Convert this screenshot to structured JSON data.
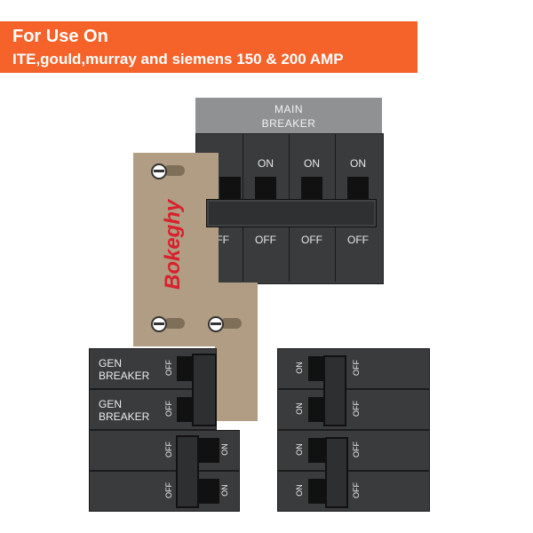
{
  "banner": {
    "line1": "For Use On",
    "line2": "ITE,gould,murray and siemens 150 & 200 AMP",
    "color": "#f5622a"
  },
  "main_breaker": {
    "header_line1": "MAIN",
    "header_line2": "BREAKER",
    "poles": [
      {
        "on": "",
        "off": "OFF"
      },
      {
        "on": "ON",
        "off": "OFF"
      },
      {
        "on": "ON",
        "off": "OFF"
      },
      {
        "on": "ON",
        "off": "OFF"
      }
    ]
  },
  "plate": {
    "brand": "Bokeghy",
    "color": "#b09d83",
    "brand_color": "#d8212c"
  },
  "left_breakers": [
    {
      "label_line1": "GEN",
      "label_line2": "BREAKER",
      "off": "OFF"
    },
    {
      "label_line1": "GEN",
      "label_line2": "BREAKER",
      "off": "OFF"
    },
    {
      "off": "OFF",
      "on": "ON"
    },
    {
      "off": "OFF",
      "on": "ON"
    }
  ],
  "right_breakers": [
    {
      "on": "ON",
      "off": "OFF"
    },
    {
      "on": "ON",
      "off": "OFF"
    },
    {
      "on": "ON",
      "off": "OFF"
    },
    {
      "on": "ON",
      "off": "OFF"
    }
  ]
}
